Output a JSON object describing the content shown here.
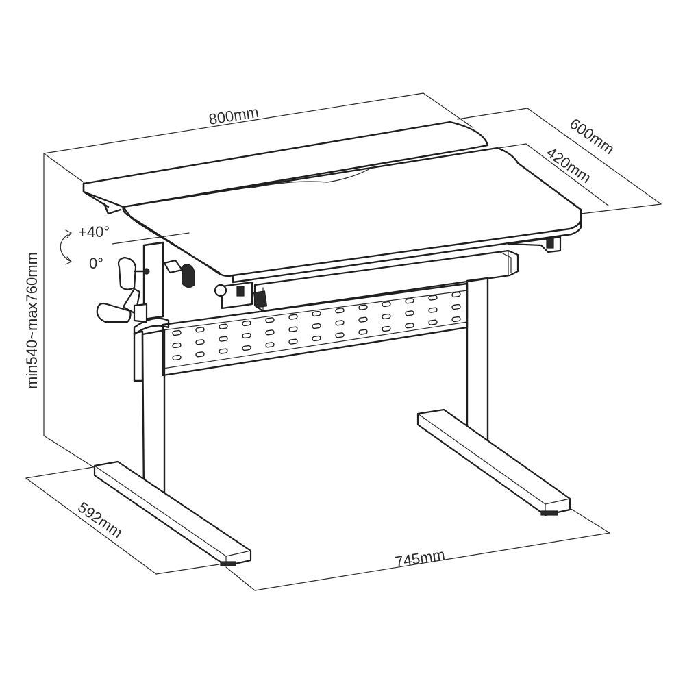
{
  "dimensions": {
    "top_width": "800mm",
    "top_depth": "600mm",
    "main_depth": "420mm",
    "height_range": "min540~max760mm",
    "base_width": "745mm",
    "base_depth": "592mm"
  },
  "tilt": {
    "max_angle": "+40°",
    "min_angle": "0°"
  },
  "colors": {
    "line": "#2b2b2b",
    "background": "#ffffff"
  }
}
